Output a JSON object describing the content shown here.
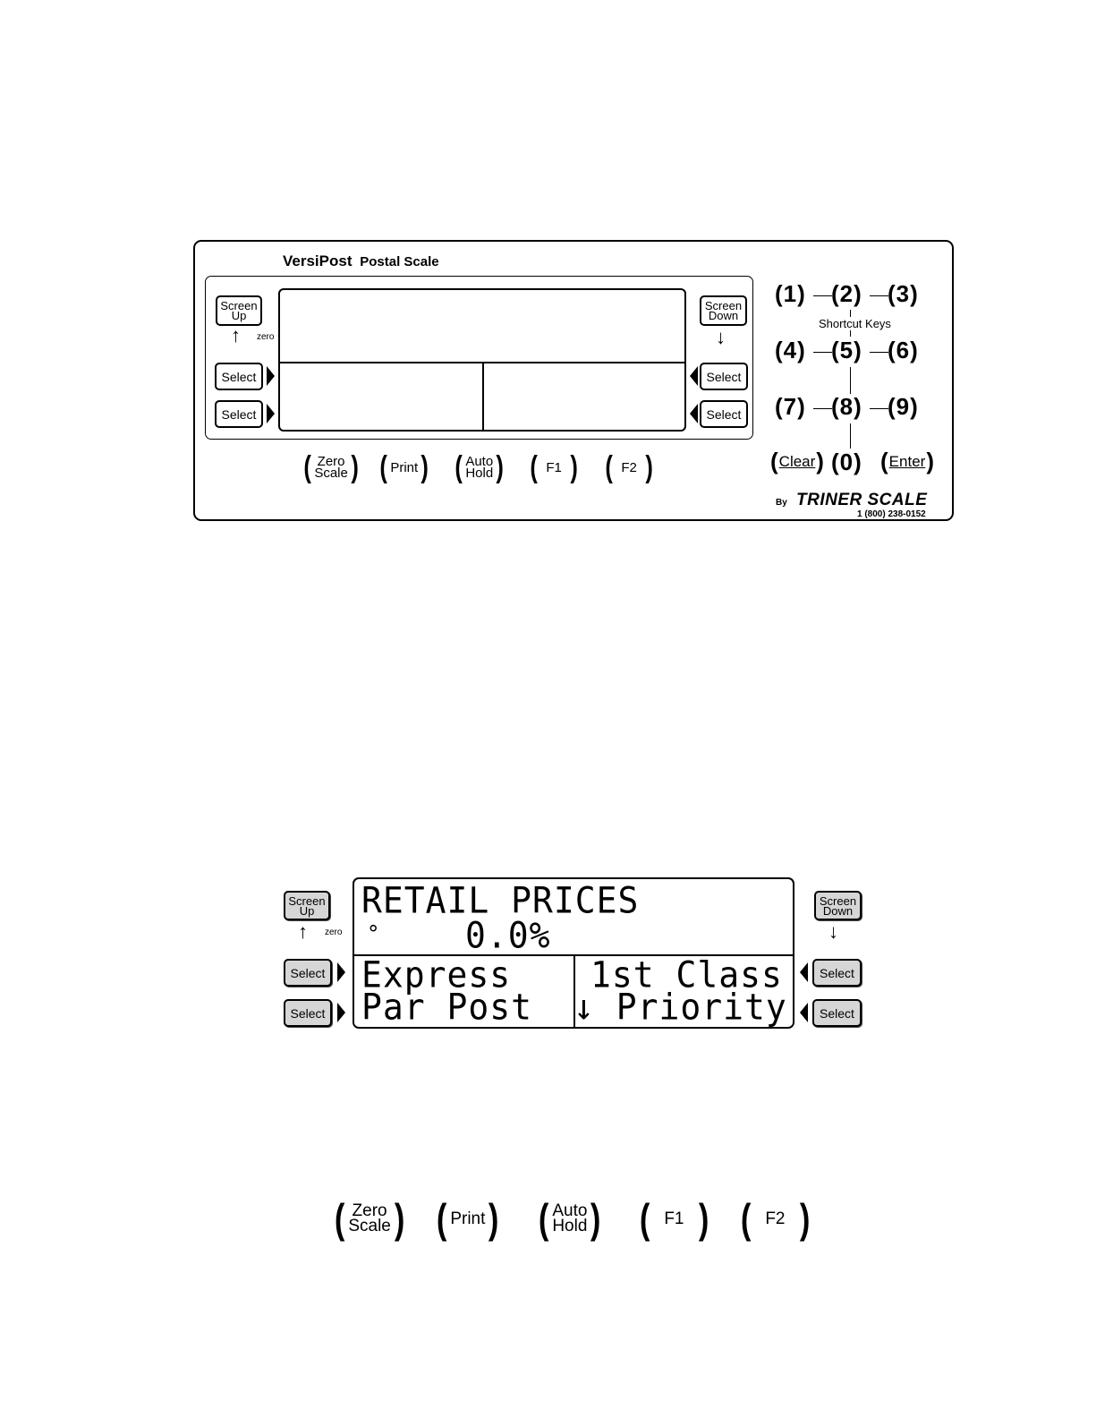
{
  "panel": {
    "brand": "VersiPost",
    "brand_sub": "Postal Scale",
    "screen_up": [
      "Screen",
      "Up"
    ],
    "screen_down": [
      "Screen",
      "Down"
    ],
    "up_arrow": "↑",
    "down_arrow": "↓",
    "zero_label": "zero",
    "select_label": "Select",
    "numpad": {
      "keys": [
        "1",
        "2",
        "3",
        "4",
        "5",
        "6",
        "7",
        "8",
        "9",
        "0"
      ],
      "shortcut_label": "Shortcut Keys",
      "clear": "Clear",
      "enter": "Enter"
    },
    "function_keys": [
      {
        "lines": [
          "Zero",
          "Scale"
        ]
      },
      {
        "lines": [
          "Print"
        ]
      },
      {
        "lines": [
          "Auto",
          "Hold"
        ]
      },
      {
        "lines": [
          "F1"
        ]
      },
      {
        "lines": [
          "F2"
        ]
      }
    ],
    "footer_by": "By",
    "footer_company": "TRINER SCALE",
    "footer_phone": "1 (800) 238-0152"
  },
  "display": {
    "line1": "RETAIL PRICES",
    "line2_symbol": "°",
    "line2_value": "0.0%",
    "left_top": "Express",
    "left_bottom": "Par Post",
    "right_top": "1st Class",
    "right_bottom": "↓ Priority"
  },
  "icons": {
    "select_left_arrow": "triangle-right-icon",
    "select_right_arrow": "triangle-left-icon"
  }
}
